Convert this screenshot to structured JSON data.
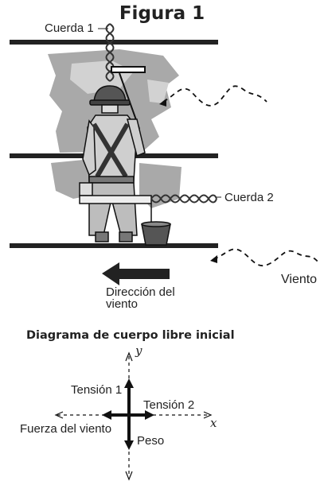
{
  "figure": {
    "title": "Figura 1",
    "rope1_label": "Cuerda 1",
    "rope2_label": "Cuerda 2",
    "wind_direction_label_line1": "Dirección del",
    "wind_direction_label_line2": "viento",
    "wind_label": "Viento"
  },
  "diagram": {
    "title": "Diagrama de cuerpo libre inicial",
    "y_axis": "y",
    "x_axis": "x",
    "forces": {
      "tension1": "Tensión 1",
      "tension2": "Tensión 2",
      "wind_force": "Fuerza del viento",
      "weight": "Peso"
    }
  }
}
